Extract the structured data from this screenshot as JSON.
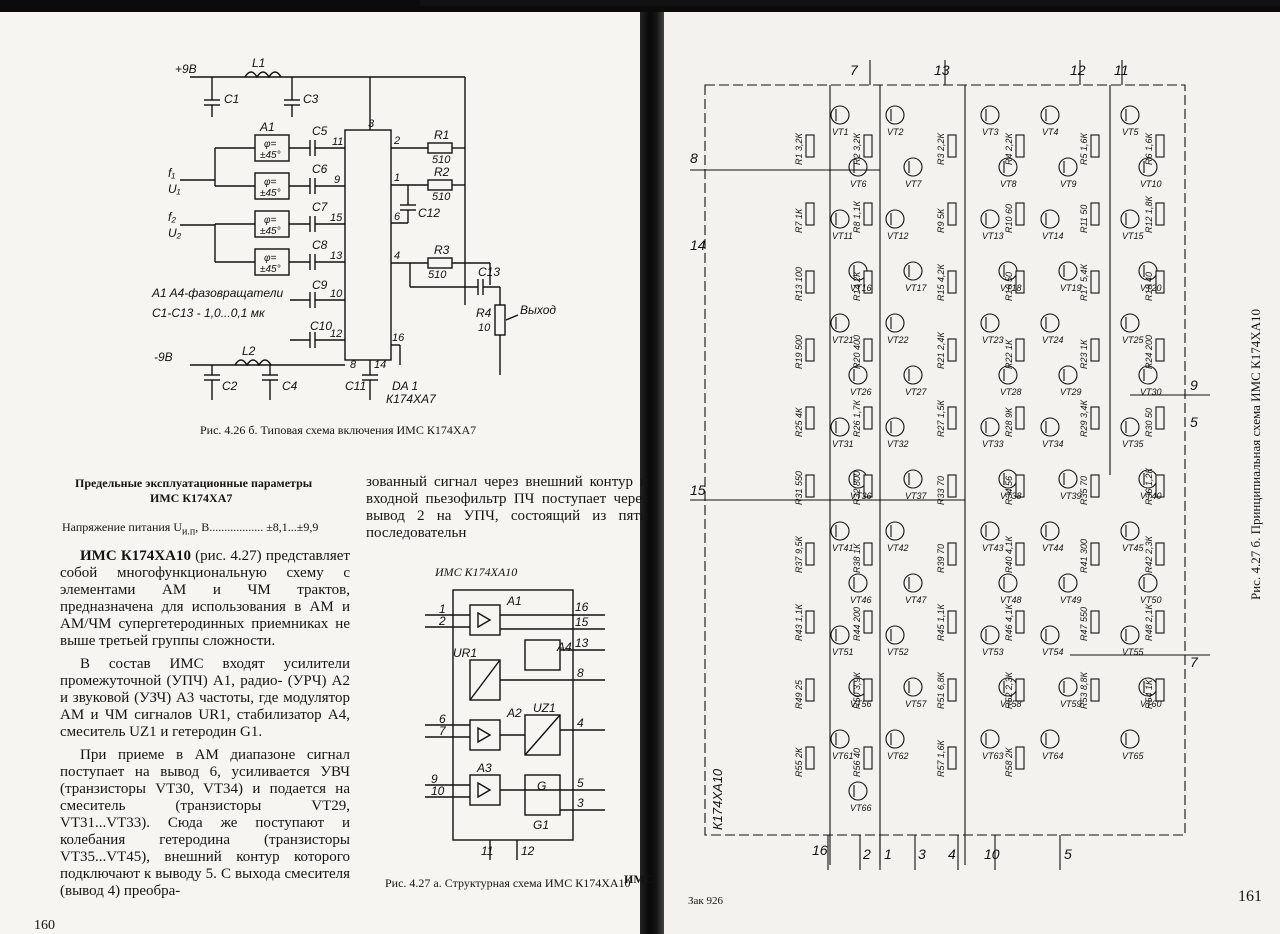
{
  "left_page": {
    "fig426": {
      "caption": "Рис. 4.26 б. Типовая схема включения ИМС К174ХА7",
      "labels": {
        "plus9": "+9В",
        "minus9": "-9В",
        "L1": "L1",
        "L2": "L2",
        "C1": "C1",
        "C2": "C2",
        "C3": "C3",
        "C4": "C4",
        "A1": "A1",
        "phi": "φ=",
        "deg": "±45°",
        "C5": "C5",
        "C6": "C6",
        "C7": "C7",
        "C8": "C8",
        "C9": "C9",
        "C10": "C10",
        "C11": "C11",
        "C12": "C12",
        "C13": "C13",
        "R1": "R1",
        "R2": "R2",
        "R3": "R3",
        "R4": "R4",
        "r510": "510",
        "r10": "10",
        "f1": "f₁",
        "U1": "U₁",
        "f2": "f₂",
        "U2": "U₂",
        "out": "Выход",
        "legend1": "A1 A4-фазовращатели",
        "legend2": "C1-C13 - 1,0...0,1 мк",
        "da1": "DA 1",
        "chip": "К174ХА7",
        "pins": [
          "11",
          "9",
          "15",
          "13",
          "10",
          "12",
          "3",
          "2",
          "1",
          "6",
          "4",
          "16",
          "8",
          "14"
        ]
      }
    },
    "limits_title": "Предельные эксплуатационные параметры",
    "limits_subtitle": "ИМС К174ХА7",
    "limits_line_label": "Напряжение питания U",
    "limits_line_sub": "и.п",
    "limits_line_value": ", В.................. ±8,1...±9,9",
    "para1_bold": "ИМС К174ХА10",
    "para1": " (рис. 4.27) представляет собой многофункциональную схему с элементами АМ и ЧМ трактов, предназначена для использования в АМ и АМ/ЧМ супергетеродинных приемниках не выше третьей группы сложности.",
    "para2": "В состав ИМС входят усилители промежуточной (УПЧ) A1, радио- (УРЧ) A2 и звуковой (УЗЧ) A3 частоты, где модулятор АМ и ЧМ сигналов UR1, стабилизатор A4, смеситель UZ1 и гетеродин G1.",
    "para3": "При приеме в АМ диапазоне сигнал поступает на вывод 6, усиливается УВЧ (транзисторы VT30, VT34) и подается на смеситель (транзисторы VT29, VT31...VT33). Сюда же поступают и колебания гетеродина (транзисторы VT35...VT45), внешний контур которого подключают к выводу 5. С выхода смесителя (вывод 4) преобра-",
    "col2": "зованный сигнал через внешний контур и входной пьезофильтр ПЧ поступает через вывод 2 на УПЧ, состоящий из пяти последовательн",
    "fig427a": {
      "title": "ИМС К174ХА10",
      "caption": "Рис. 4.27 а. Структурная схема ИМС К174ХА10",
      "blocks": [
        "A1",
        "A2",
        "A3",
        "UR1",
        "A4",
        "UZ1",
        "G",
        "G1"
      ],
      "pins_left": [
        "1",
        "2",
        "6",
        "7",
        "9",
        "10"
      ],
      "pins_right": [
        "16",
        "15",
        "13",
        "8",
        "4",
        "5",
        "3"
      ],
      "pins_bottom": [
        "11",
        "12"
      ],
      "mark": "ИМС"
    },
    "page_number": "160"
  },
  "right_page": {
    "caption": "Рис. 4.27 б. Принципиальная схема ИМС К174ХА10",
    "chip_label": "К174ХА10",
    "top_pins": [
      "7",
      "13",
      "12",
      "11"
    ],
    "side_pins": [
      "8",
      "14",
      "15",
      "5",
      "9",
      "7"
    ],
    "bottom_pins": [
      "16",
      "2",
      "1",
      "3",
      "4",
      "10",
      "5"
    ],
    "transistors": [
      "VT1",
      "VT2",
      "VT3",
      "VT4",
      "VT5",
      "VT6",
      "VT7",
      "VT8",
      "VT9",
      "VT10",
      "VT11",
      "VT12",
      "VT13",
      "VT14",
      "VT15",
      "VT16",
      "VT17",
      "VT18",
      "VT19",
      "VT20",
      "VT21",
      "VT22",
      "VT23",
      "VT24",
      "VT25",
      "VT26",
      "VT27",
      "VT28",
      "VT29",
      "VT30",
      "VT31",
      "VT32",
      "VT33",
      "VT34",
      "VT35",
      "VT36",
      "VT37",
      "VT38",
      "VT39",
      "VT40",
      "VT41",
      "VT42",
      "VT43",
      "VT44",
      "VT45",
      "VT46",
      "VT47",
      "VT48",
      "VT49",
      "VT50",
      "VT51",
      "VT52",
      "VT53",
      "VT54",
      "VT55",
      "VT56",
      "VT57",
      "VT58",
      "VT59",
      "VT60",
      "VT61",
      "VT62",
      "VT63",
      "VT64",
      "VT65",
      "VT66"
    ],
    "resistors": [
      "R1 3,2К",
      "R2 3,2К",
      "R3 2,2К",
      "R4 2,2К",
      "R5 1,6К",
      "R6 1,6К",
      "R7 1К",
      "R8 1,1К",
      "R9 5К",
      "R10 60",
      "R11 50",
      "R12 1,8К",
      "R13 100",
      "R14 2К",
      "R15 4,2К",
      "R16 50",
      "R17 5,4К",
      "R18 40",
      "R19 500",
      "R20 400",
      "R21 2,4К",
      "R22 1К",
      "R23 1К",
      "R24 200",
      "R25 4К",
      "R26 1,7К",
      "R27 1,5К",
      "R28 9К",
      "R29 3,4К",
      "R30 50",
      "R31 550",
      "R32 800",
      "R33 70",
      "R34 56",
      "R35 70",
      "R36 1,2К",
      "R37 9,5К",
      "R38 1К",
      "R39 70",
      "R40 4,1К",
      "R41 300",
      "R42 2,3К",
      "R43 1,1К",
      "R44 200",
      "R45 1,1К",
      "R46 4,1К",
      "R47 550",
      "R48 2,1К",
      "R49 25",
      "R50 3,9К",
      "R51 6,8К",
      "R52 2,3К",
      "R53 8,8К",
      "R54 1К",
      "R55 2К",
      "R56 40",
      "R57 1,6К",
      "R58 2К"
    ],
    "stamp": "Зак 926",
    "page_number": "161"
  }
}
